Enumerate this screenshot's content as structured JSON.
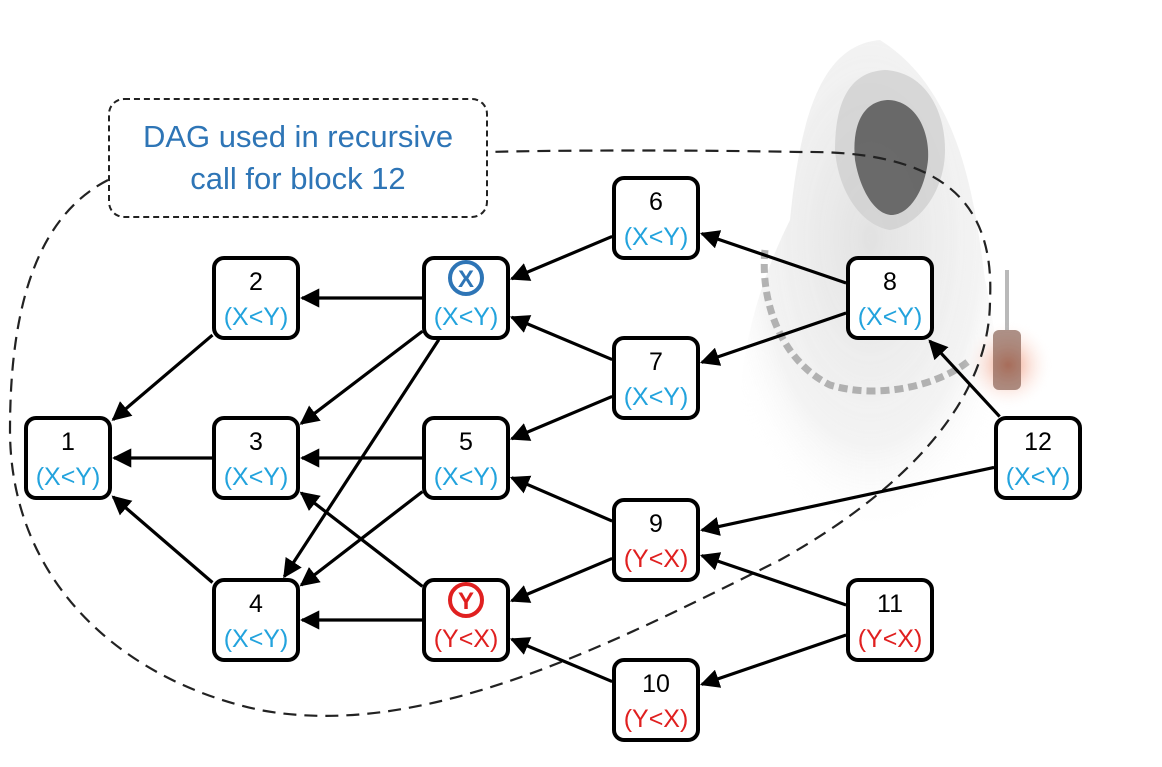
{
  "callout": {
    "line1": "DAG used in recursive",
    "line2": "call for block 12"
  },
  "colors": {
    "x_lt_y": "#23a3dd",
    "y_lt_x": "#e02020",
    "marker_x": "#2e75b6",
    "marker_y": "#e02020",
    "callout_text": "#2e75b6",
    "node_border": "#000000"
  },
  "nodes": [
    {
      "id": "1",
      "label": "1",
      "order": "(X<Y)",
      "kind": "x"
    },
    {
      "id": "2",
      "label": "2",
      "order": "(X<Y)",
      "kind": "x"
    },
    {
      "id": "3",
      "label": "3",
      "order": "(X<Y)",
      "kind": "x"
    },
    {
      "id": "4",
      "label": "4",
      "order": "(X<Y)",
      "kind": "x"
    },
    {
      "id": "X",
      "label": "X",
      "order": "(X<Y)",
      "kind": "x",
      "marker": true
    },
    {
      "id": "5",
      "label": "5",
      "order": "(X<Y)",
      "kind": "x"
    },
    {
      "id": "Y",
      "label": "Y",
      "order": "(Y<X)",
      "kind": "y",
      "marker": true
    },
    {
      "id": "6",
      "label": "6",
      "order": "(X<Y)",
      "kind": "x"
    },
    {
      "id": "7",
      "label": "7",
      "order": "(X<Y)",
      "kind": "x"
    },
    {
      "id": "9",
      "label": "9",
      "order": "(Y<X)",
      "kind": "y"
    },
    {
      "id": "10",
      "label": "10",
      "order": "(Y<X)",
      "kind": "y"
    },
    {
      "id": "8",
      "label": "8",
      "order": "(X<Y)",
      "kind": "x"
    },
    {
      "id": "11",
      "label": "11",
      "order": "(Y<X)",
      "kind": "y"
    },
    {
      "id": "12",
      "label": "12",
      "order": "(X<Y)",
      "kind": "x"
    }
  ],
  "edges": [
    [
      "2",
      "1"
    ],
    [
      "3",
      "1"
    ],
    [
      "4",
      "1"
    ],
    [
      "X",
      "2"
    ],
    [
      "X",
      "3"
    ],
    [
      "X",
      "4"
    ],
    [
      "5",
      "3"
    ],
    [
      "5",
      "4"
    ],
    [
      "Y",
      "3"
    ],
    [
      "Y",
      "4"
    ],
    [
      "6",
      "X"
    ],
    [
      "7",
      "X"
    ],
    [
      "7",
      "5"
    ],
    [
      "9",
      "5"
    ],
    [
      "9",
      "Y"
    ],
    [
      "10",
      "Y"
    ],
    [
      "8",
      "6"
    ],
    [
      "8",
      "7"
    ],
    [
      "11",
      "9"
    ],
    [
      "11",
      "10"
    ],
    [
      "12",
      "8"
    ],
    [
      "12",
      "9"
    ]
  ]
}
